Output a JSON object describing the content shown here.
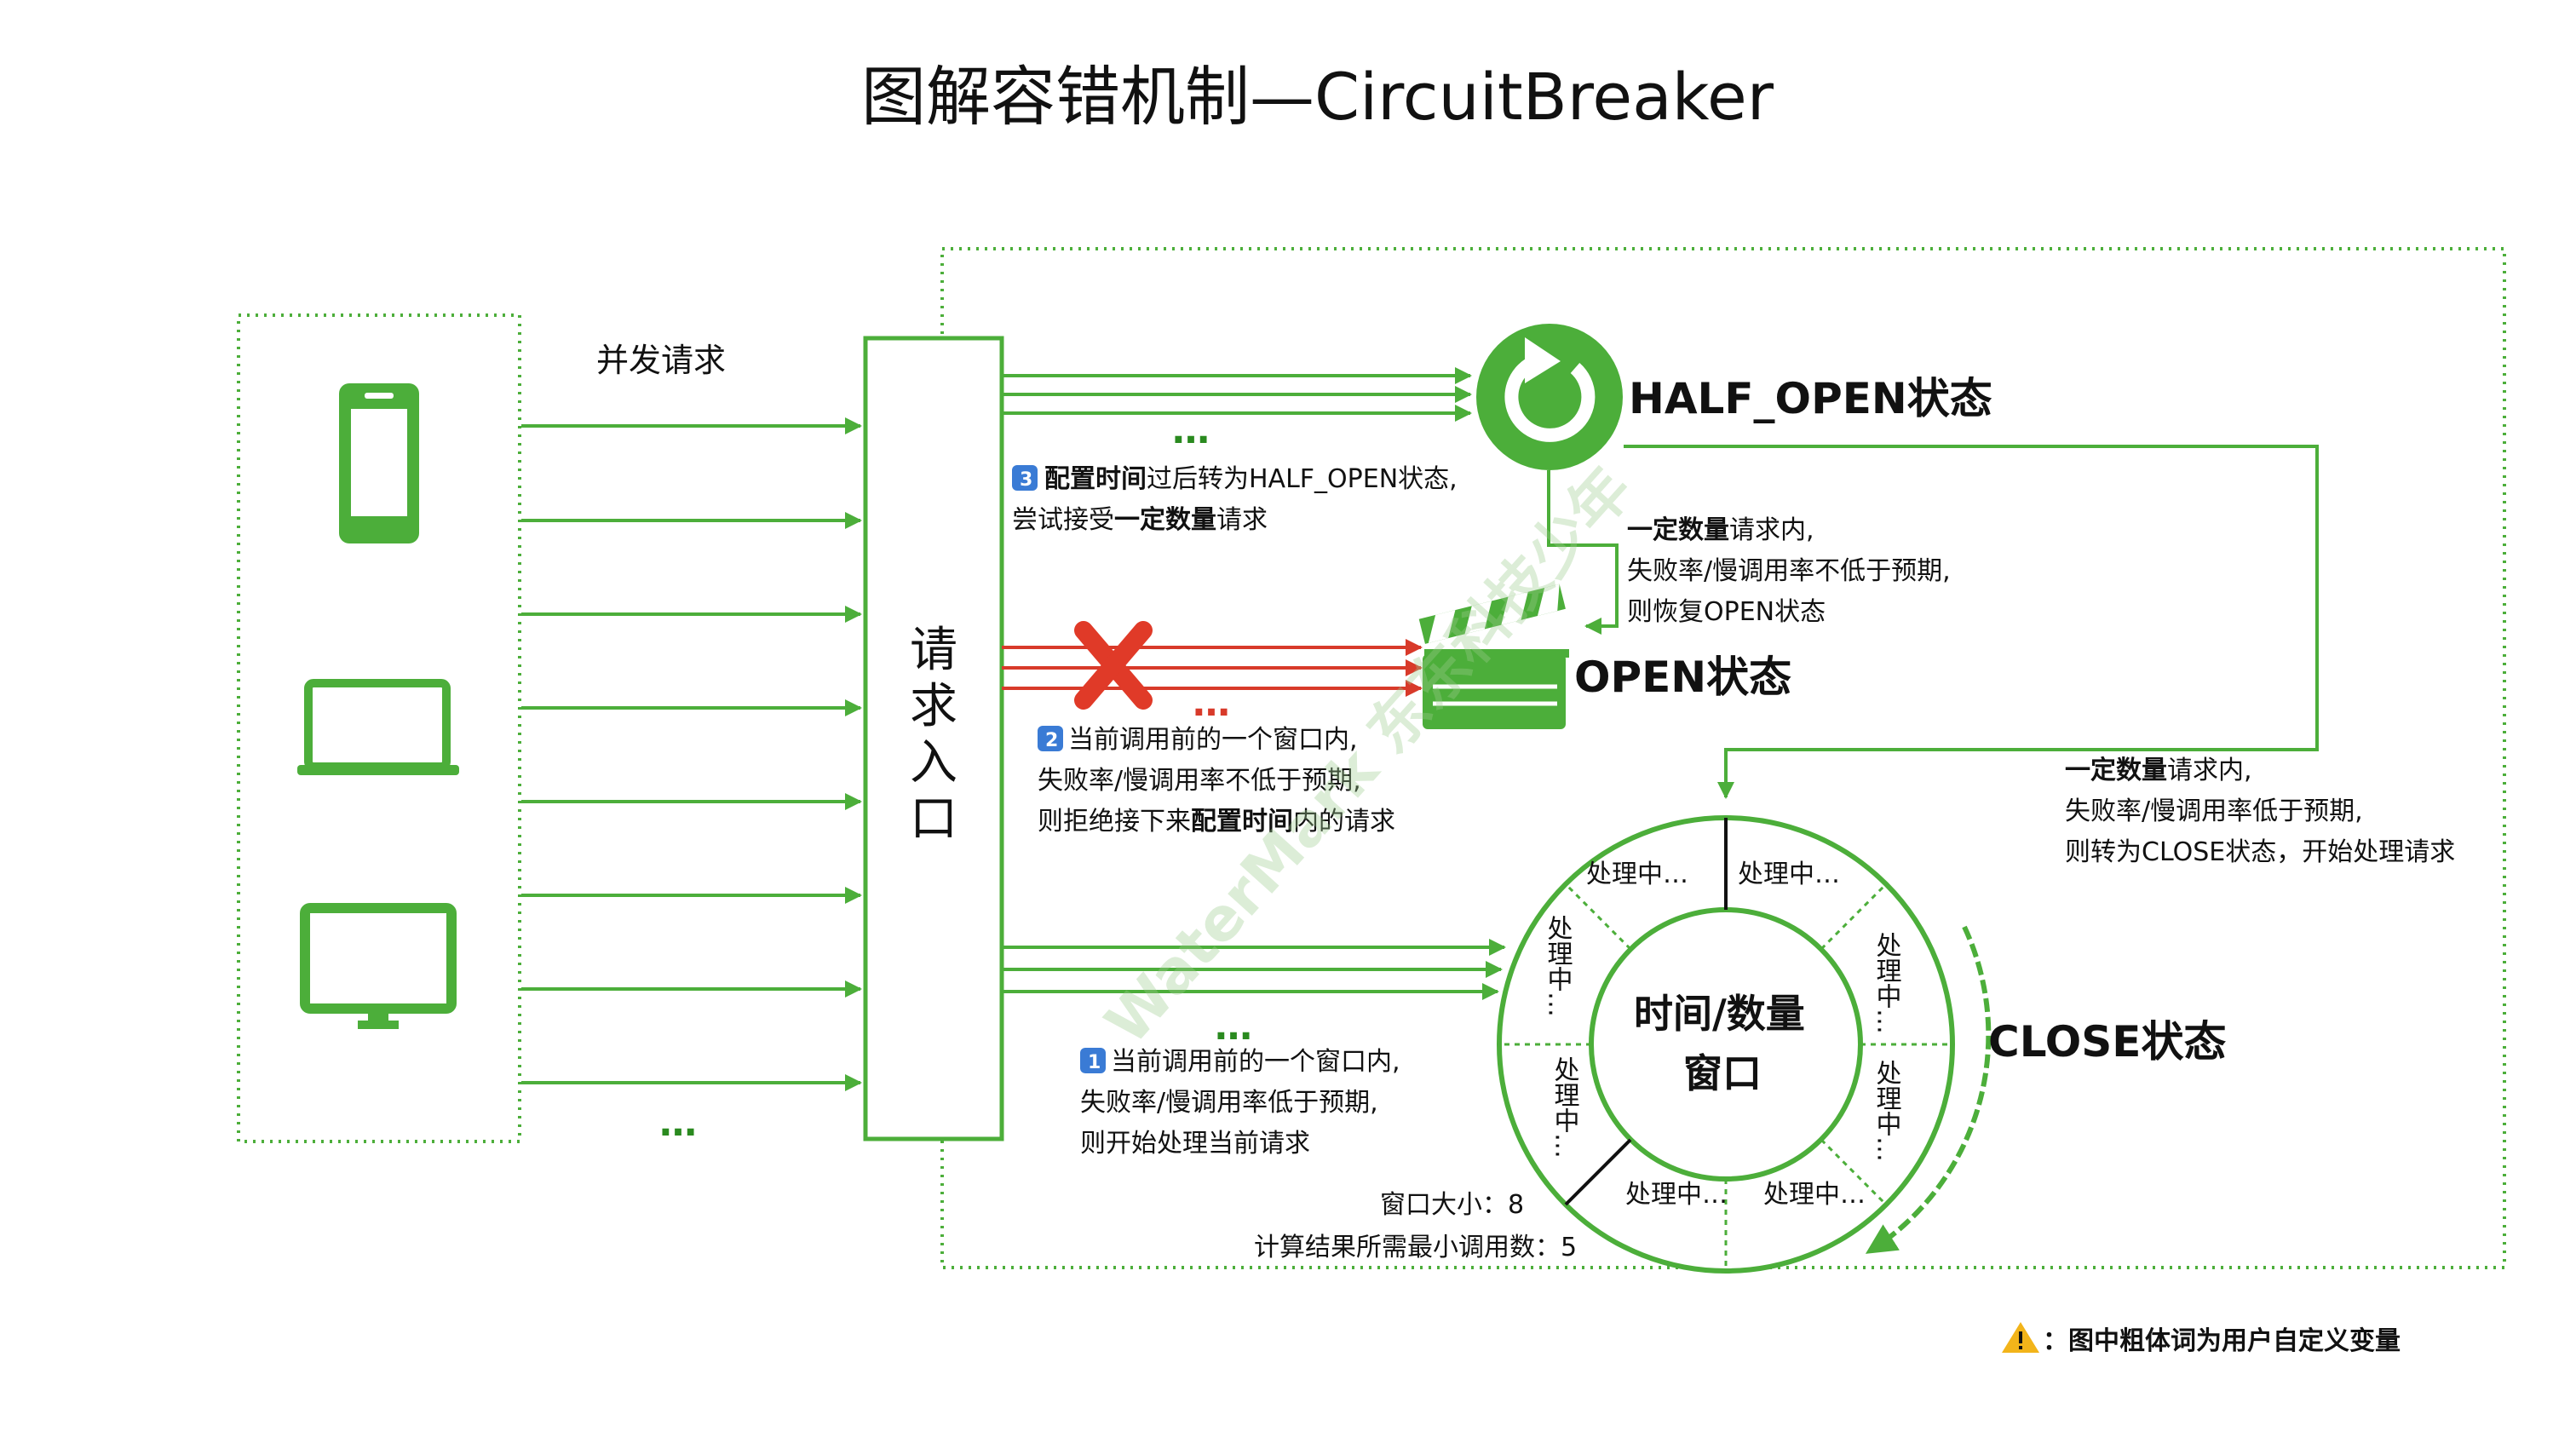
{
  "title": "图解容错机制—CircuitBreaker",
  "concurrent_label": "并发请求",
  "entry_label": [
    "请",
    "求",
    "入",
    "口"
  ],
  "more_dots": "…",
  "states": {
    "half_open": "HALF_OPEN状态",
    "open": "OPEN状态",
    "close": "CLOSE状态"
  },
  "notes": {
    "n3": {
      "badge": "3",
      "line1": [
        {
          "text": "配置时间",
          "bold": true
        },
        {
          "text": "过后转为HALF_OPEN状态,",
          "bold": false
        }
      ],
      "line2": [
        {
          "text": "尝试接受",
          "bold": false
        },
        {
          "text": "一定数量",
          "bold": true
        },
        {
          "text": "请求",
          "bold": false
        }
      ]
    },
    "half_to_open": {
      "line1": [
        {
          "text": "一定数量",
          "bold": true
        },
        {
          "text": "请求内,",
          "bold": false
        }
      ],
      "line2": "失败率/慢调用率不低于预期,",
      "line3": "则恢复OPEN状态"
    },
    "n2": {
      "badge": "2",
      "line1": "当前调用前的一个窗口内,",
      "line2": "失败率/慢调用率不低于预期,",
      "line3": [
        {
          "text": "则拒绝接下来",
          "bold": false
        },
        {
          "text": "配置时间",
          "bold": true
        },
        {
          "text": "内的请求",
          "bold": false
        }
      ]
    },
    "half_to_close": {
      "line1": [
        {
          "text": "一定数量",
          "bold": true
        },
        {
          "text": "请求内,",
          "bold": false
        }
      ],
      "line2": "失败率/慢调用率低于预期,",
      "line3": "则转为CLOSE状态，开始处理请求"
    },
    "n1": {
      "badge": "1",
      "line1": "当前调用前的一个窗口内,",
      "line2": "失败率/慢调用率低于预期,",
      "line3": "则开始处理当前请求"
    }
  },
  "window": {
    "center_line1": "时间/数量",
    "center_line2": "窗口",
    "segments_h": [
      "处理中…",
      "处理中…",
      "处理中…",
      "处理中…"
    ],
    "segments_v": [
      "处理中…",
      "处理中…",
      "处理中…",
      "处理中…"
    ],
    "size_label": "窗口大小：8",
    "min_calls_label": "计算结果所需最小调用数：5"
  },
  "footer_note": "：图中粗体词为用户自定义变量",
  "watermark": "WaterMark 东东科技少年",
  "colors": {
    "green": "#4cae3a",
    "dark_green": "#2f8a24",
    "red": "#d83a2a",
    "white": "#ffffff",
    "warning": "#f2b41a"
  }
}
